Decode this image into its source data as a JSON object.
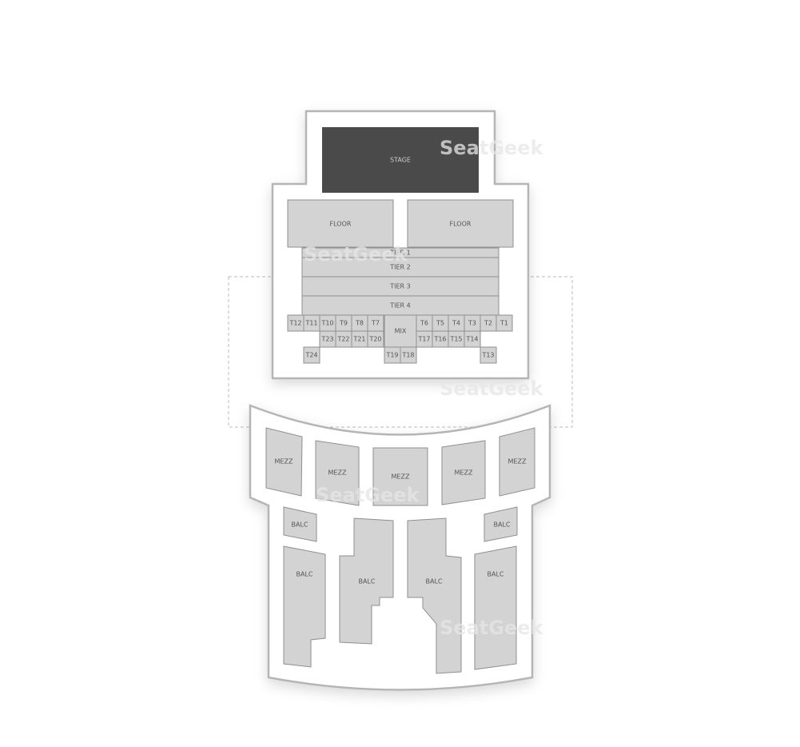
{
  "map": {
    "stage": "STAGE",
    "floor": [
      "FLOOR",
      "FLOOR"
    ],
    "tiers": [
      "TIER 1",
      "TIER 2",
      "TIER 3",
      "TIER 4"
    ],
    "tables_row1": [
      "T12",
      "T11",
      "T10",
      "T9",
      "T8",
      "T7",
      "T6",
      "T5",
      "T4",
      "T3",
      "T2",
      "T1"
    ],
    "tables_row2": [
      "T23",
      "T22",
      "T21",
      "T20",
      "T17",
      "T16",
      "T15",
      "T14"
    ],
    "tables_row3": [
      "T24",
      "T19",
      "T18",
      "T13"
    ],
    "mix": "MIX",
    "mezz": [
      "MEZZ",
      "MEZZ",
      "MEZZ",
      "MEZZ",
      "MEZZ"
    ],
    "balc": [
      "BALC",
      "BALC",
      "BALC",
      "BALC",
      "BALC",
      "BALC"
    ]
  },
  "watermark": "SeatGeek",
  "colors": {
    "stage": "#4a4a4a",
    "section": "#d3d3d3",
    "outline": "#b5b5b5"
  }
}
